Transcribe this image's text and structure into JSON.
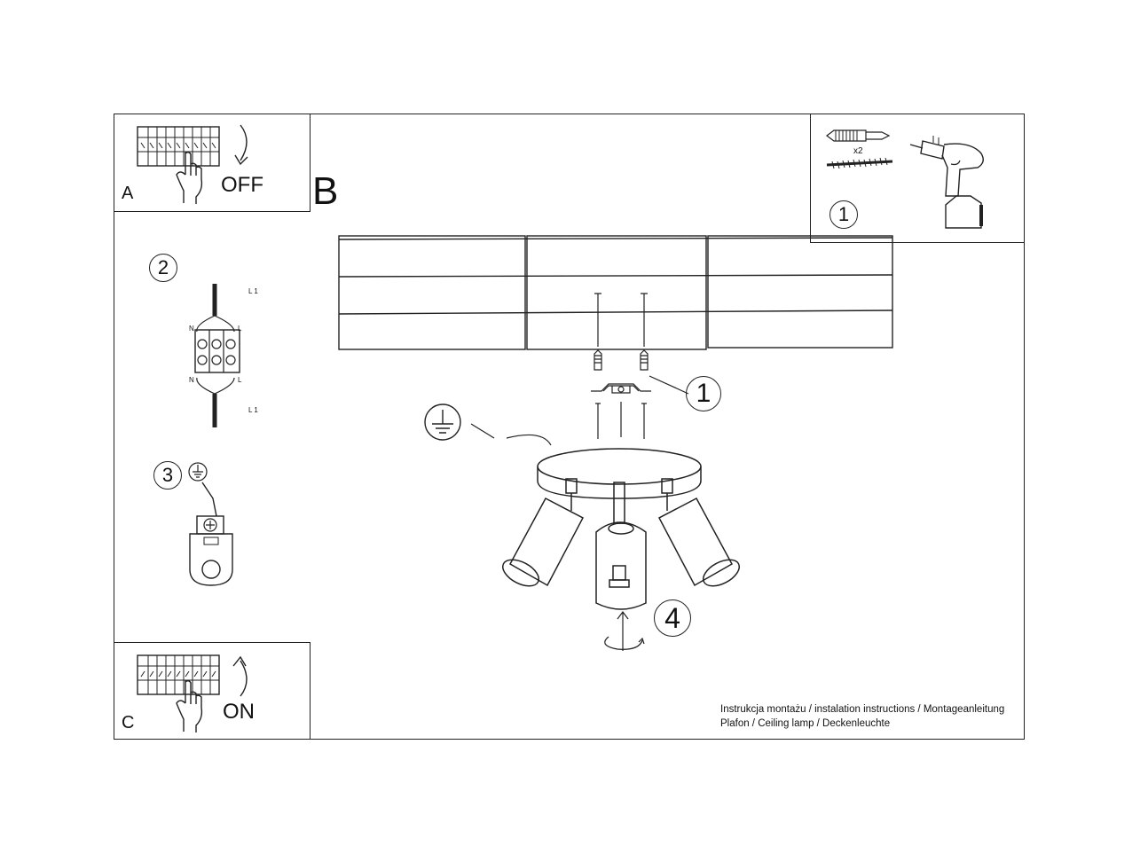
{
  "panels": {
    "a": {
      "letter": "A",
      "action": "OFF"
    },
    "b": {
      "letter": "B"
    },
    "c": {
      "letter": "C",
      "action": "ON"
    }
  },
  "steps": {
    "step1_tools": {
      "number": "1",
      "quantity": "x2"
    },
    "step1_main": {
      "number": "1"
    },
    "step2": {
      "number": "2",
      "wire_labels": [
        "L 1",
        "N",
        "L",
        "N",
        "L",
        "L 1"
      ]
    },
    "step3": {
      "number": "3"
    },
    "step4": {
      "number": "4"
    }
  },
  "caption": {
    "line1": "Instrukcja montażu / instalation instructions / Montageanleitung",
    "line2": "Plafon / Ceiling lamp / Deckenleuchte"
  },
  "icons": [
    "breaker-panel-icon",
    "hand-icon",
    "curved-arrow-icon",
    "ground-symbol-icon",
    "drill-icon",
    "wall-plug-icon",
    "screw-icon",
    "terminal-block-icon",
    "rotate-arrow-icon"
  ],
  "colors": {
    "line": "#222222",
    "background": "#ffffff"
  }
}
